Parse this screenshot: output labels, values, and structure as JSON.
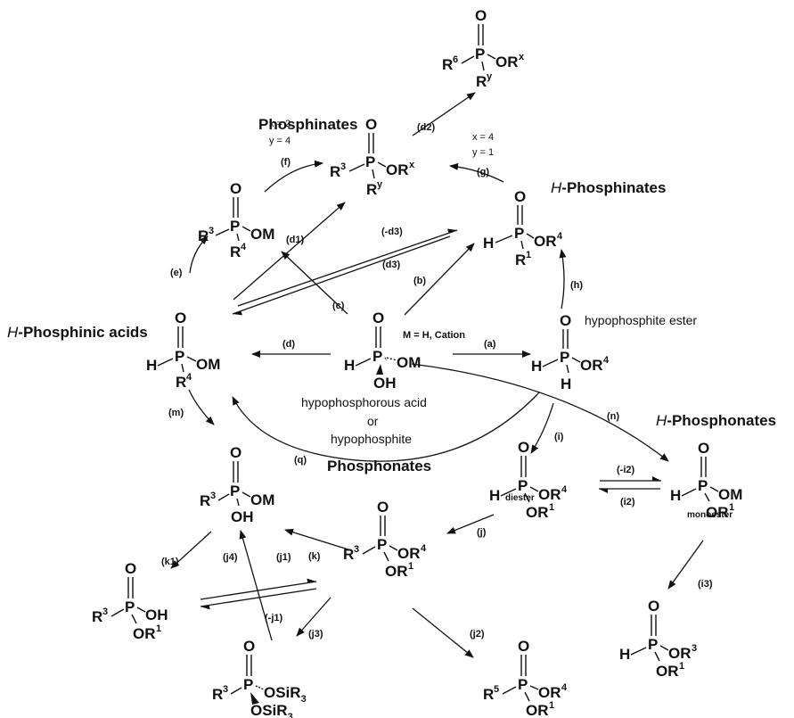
{
  "titles": {
    "phosphinates": "Phosphinates",
    "h_phosphinates_italic": "H",
    "h_phosphinates_rest": "-Phosphinates",
    "h_phosphinic_italic": "H",
    "h_phosphinic_rest": "-Phosphinic acids",
    "h_phosphonates_italic": "H",
    "h_phosphonates_rest": "-Phosphonates",
    "phosphonates": "Phosphonates"
  },
  "notes": {
    "hypophosphite_ester": "hypophosphite ester",
    "center_line1": "hypophosphorous acid",
    "center_line2": "or",
    "center_line3": "hypophosphite",
    "m_cation": "M = H, Cation",
    "diester": "diester",
    "monoester": "monoester"
  },
  "conditions": {
    "f_x": "x = 2",
    "f_y": "y = 4",
    "g_x": "x = 4",
    "g_y": "y = 1"
  },
  "reaction_labels": {
    "a": "(a)",
    "b": "(b)",
    "c": "(c)",
    "d": "(d)",
    "d1": "(d1)",
    "d2": "(d2)",
    "d3": "(d3)",
    "neg_d3": "(-d3)",
    "e": "(e)",
    "f": "(f)",
    "g": "(g)",
    "h": "(h)",
    "i": "(i)",
    "i2": "(i2)",
    "neg_i2": "(-i2)",
    "i3": "(i3)",
    "j": "(j)",
    "j1": "(j1)",
    "neg_j1": "(-j1)",
    "j2": "(j2)",
    "j3": "(j3)",
    "j4": "(j4)",
    "k": "(k)",
    "k1": "(k1)",
    "m": "(m)",
    "n": "(n)",
    "q": "(q)"
  },
  "atoms": {
    "O": "O",
    "P": "P",
    "H": "H",
    "R": "R",
    "OM": "OM",
    "OH": "OH",
    "OR": "OR",
    "OSiR": "OSiR",
    "sup1": "1",
    "sup3": "3",
    "sup4": "4",
    "sup5": "5",
    "sup6": "6",
    "supx": "x",
    "supy": "y",
    "sub3": "3"
  }
}
